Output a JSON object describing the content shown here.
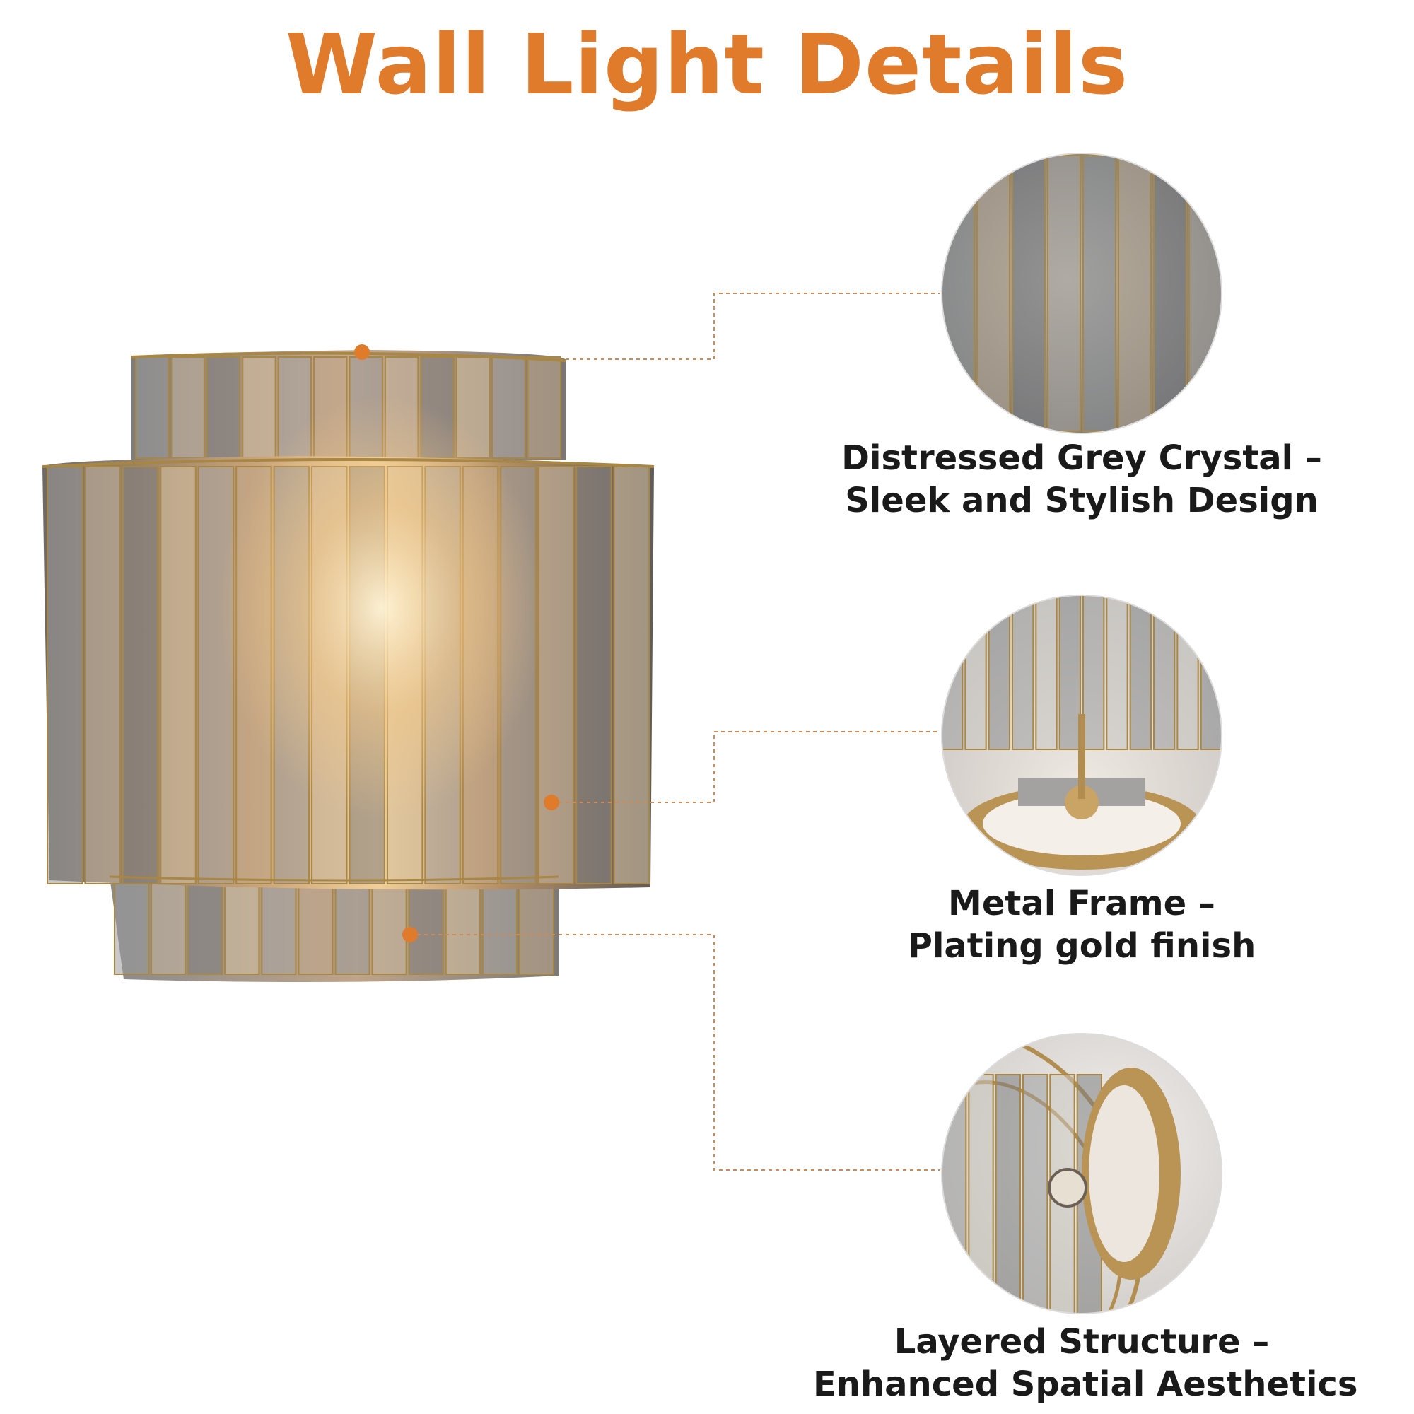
{
  "page": {
    "title": "Wall Light Details"
  },
  "colors": {
    "accent": "#e07b2c",
    "leader": "#d08a55",
    "gold": "#a88644",
    "crystal_grey": "#8d8f92",
    "crystal_warm": "#c4a888",
    "text": "#1a1a1a"
  },
  "features": [
    {
      "id": "crystal",
      "line1": "Distressed Grey Crystal –",
      "line2": "Sleek and Stylish Design"
    },
    {
      "id": "frame",
      "line1": "Metal Frame –",
      "line2": "Plating gold finish"
    },
    {
      "id": "layers",
      "line1": "Layered Structure –",
      "line2": "Enhanced Spatial Aesthetics"
    }
  ]
}
